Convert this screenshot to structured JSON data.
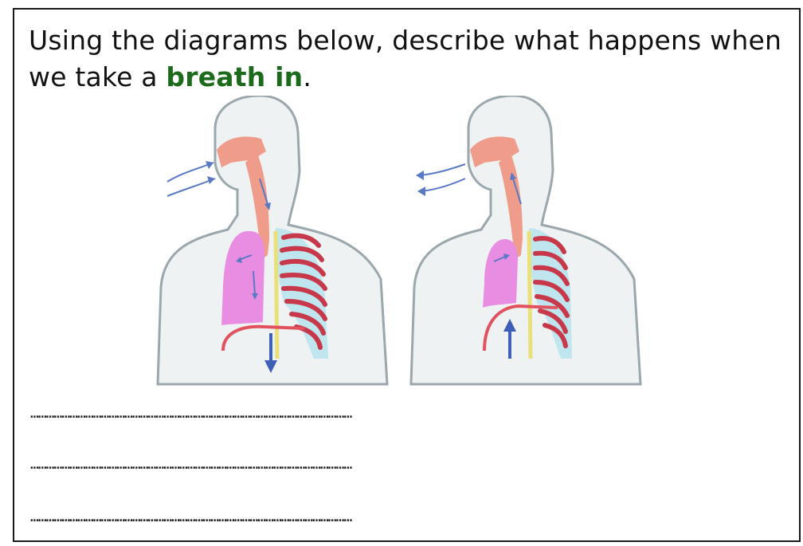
{
  "question": {
    "prefix": "Using the diagrams below, describe what happens when we take a",
    "highlight": "breath in",
    "suffix": "."
  },
  "answer_lines": [
    "……………………………………………………………………………………………………………",
    "……………………………………………………………………………………………………………",
    "……………………………………………………………………………………………………………"
  ],
  "colors": {
    "highlight": "#1c6b1c",
    "lung": "#e98de3",
    "trachea": "#ef9c8a",
    "ribs": "#c6384a",
    "rib_fill": "#bfe6ef",
    "arrow": "#5a79c5",
    "body_outline": "#9aa7ad"
  },
  "diagrams": [
    {
      "name": "inhale",
      "diaphragm_arrow": "down"
    },
    {
      "name": "exhale",
      "diaphragm_arrow": "up"
    }
  ]
}
